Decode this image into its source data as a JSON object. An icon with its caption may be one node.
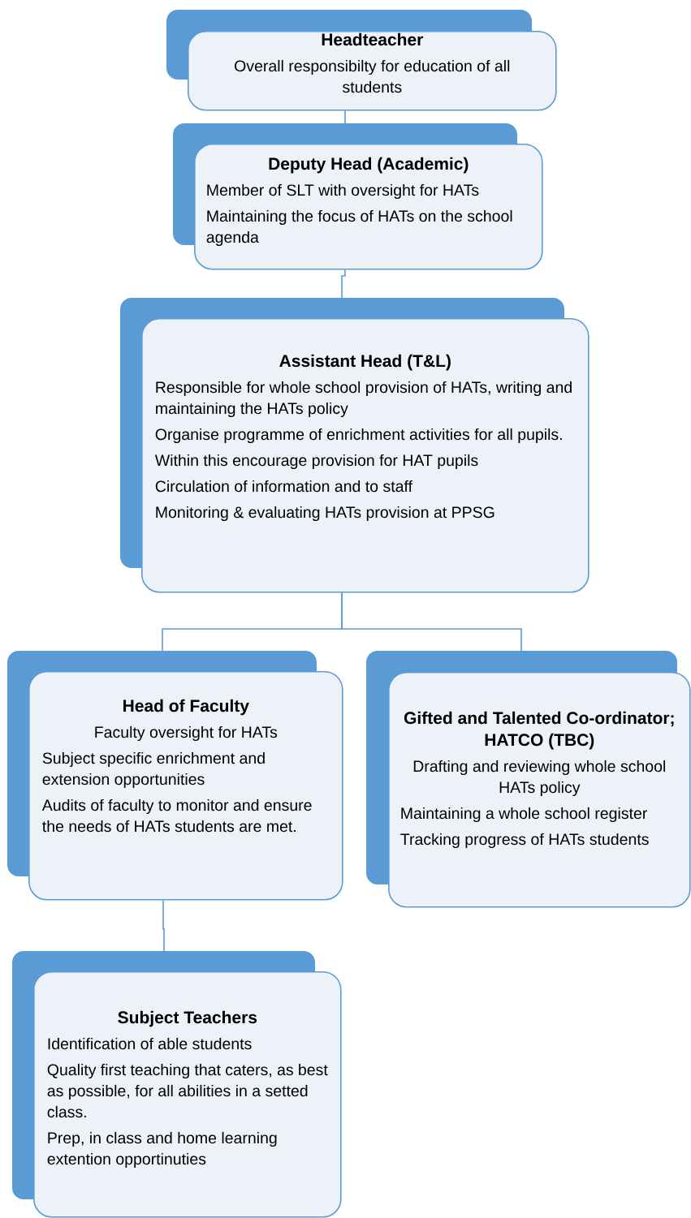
{
  "diagram": {
    "nodes": [
      {
        "text": [
          "Headteacher",
          "Overall responsibilty for education of all students"
        ]
      },
      {
        "text": [
          "Deputy Head (Academic)",
          "Member of SLT with oversight for HATs",
          "Maintaining the focus of HATs on the school agenda"
        ]
      },
      {
        "text": [
          "Assistant Head (T&L)",
          "Responsible for whole school provision of HATs, writing and maintaining the HATs policy",
          "Organise programme of enrichment activities for all pupils.",
          "Within this encourage provision for HAT pupils",
          "Circulation of information and to staff",
          "Monitoring & evaluating HATs provision at PPSG"
        ]
      },
      {
        "text": [
          "Head of Faculty",
          "Faculty oversight for HATs",
          "Subject specific enrichment and extension opportunities",
          "Audits of faculty to monitor and ensure the needs of HATs students are met."
        ]
      },
      {
        "text": [
          "Gifted and Talented Co-ordinator; HATCO (TBC)",
          "Drafting and reviewing whole school HATs policy",
          "Maintaining a whole school register",
          "Tracking progress of HATs students"
        ]
      },
      {
        "text": [
          "Subject Teachers",
          "Identification of able students",
          "Quality first teaching that caters, as best as possible, for all abilities in a setted class.",
          "Prep, in class and home learning extention opportinuties"
        ]
      }
    ],
    "edges": [
      {
        "from": 0,
        "to": 1,
        "arrow": "none"
      },
      {
        "from": 1,
        "to": 2,
        "arrow": "none"
      },
      {
        "from": 2,
        "to": 3,
        "arrow": "none"
      },
      {
        "from": 2,
        "to": 4,
        "arrow": "none"
      },
      {
        "from": 3,
        "to": 5,
        "arrow": "none"
      }
    ]
  }
}
